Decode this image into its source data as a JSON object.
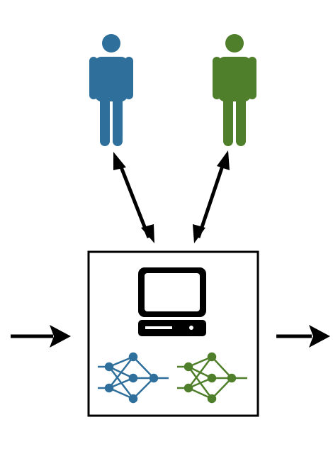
{
  "diagram": {
    "colors": {
      "user_a": "#2f6f9b",
      "user_b": "#4f7f2a",
      "ink": "#000000",
      "background": "#ffffff"
    },
    "nodes": [
      {
        "id": "user-a",
        "icon": "person-icon",
        "color_ref": "user_a"
      },
      {
        "id": "user-b",
        "icon": "person-icon",
        "color_ref": "user_b"
      },
      {
        "id": "system",
        "icon": "computer-icon"
      },
      {
        "id": "model-a",
        "icon": "neural-network-icon",
        "color_ref": "user_a"
      },
      {
        "id": "model-b",
        "icon": "neural-network-icon",
        "color_ref": "user_b"
      }
    ],
    "edges": [
      {
        "from": "user-a",
        "to": "system",
        "direction": "bidirectional"
      },
      {
        "from": "user-b",
        "to": "system",
        "direction": "bidirectional"
      },
      {
        "from": "input",
        "to": "system",
        "direction": "forward"
      },
      {
        "from": "system",
        "to": "output",
        "direction": "forward"
      }
    ]
  }
}
